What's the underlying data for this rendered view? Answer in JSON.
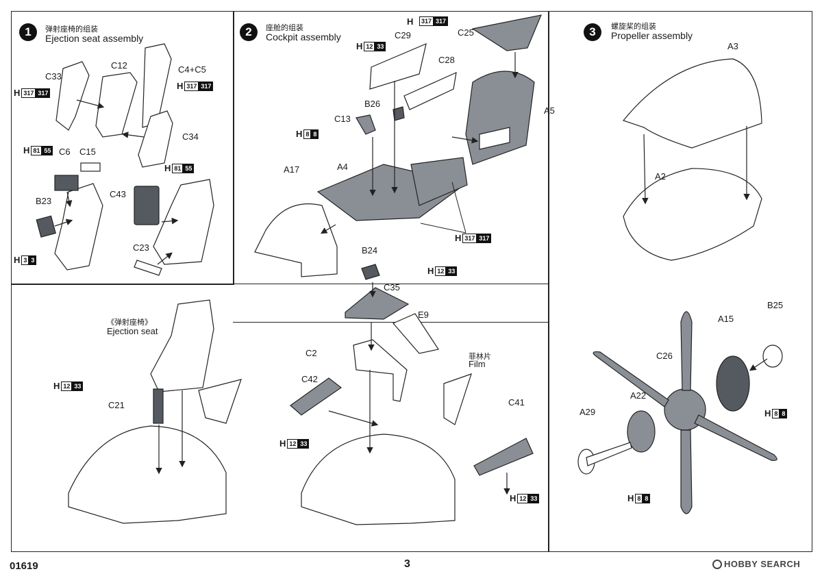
{
  "page_number": "3",
  "kit_number": "01619",
  "watermark": "HOBBY SEARCH",
  "steps": [
    {
      "num": "1",
      "title_cn": "弹射座椅的组装",
      "title_en": "Ejection seat assembly"
    },
    {
      "num": "2",
      "title_cn": "座舱的组装",
      "title_en": "Cockpit assembly"
    },
    {
      "num": "3",
      "title_cn": "螺旋桨的组装",
      "title_en": "Propeller assembly"
    }
  ],
  "step1_parts": [
    "C33",
    "C12",
    "C4+C5",
    "C34",
    "C6",
    "C15",
    "B23",
    "C43",
    "C23"
  ],
  "step1_colors": [
    {
      "h": "H",
      "a": "317",
      "b": "317"
    },
    {
      "h": "H",
      "a": "317",
      "b": "317"
    },
    {
      "h": "H",
      "a": "81",
      "b": "55"
    },
    {
      "h": "H",
      "a": "81",
      "b": "55"
    },
    {
      "h": "H",
      "a": "3",
      "b": "3"
    }
  ],
  "step2_parts": [
    "H",
    "C29",
    "C25",
    "C28",
    "B26",
    "C13",
    "A5",
    "A17",
    "A4",
    "B24",
    "C35",
    "E9",
    "C2",
    "C42",
    "C41"
  ],
  "step2_colors": [
    {
      "h": "H",
      "a": "317",
      "b": "317"
    },
    {
      "h": "H",
      "a": "12",
      "b": "33"
    },
    {
      "h": "H",
      "a": "8",
      "b": "8"
    },
    {
      "h": "H",
      "a": "317",
      "b": "317"
    },
    {
      "h": "H",
      "a": "12",
      "b": "33"
    },
    {
      "h": "H",
      "a": "12",
      "b": "33"
    },
    {
      "h": "H",
      "a": "12",
      "b": "33"
    }
  ],
  "film_cn": "菲林片",
  "film_en": "Film",
  "step3_parts": [
    "A3",
    "A2",
    "B25",
    "A15",
    "C26",
    "A22",
    "A29"
  ],
  "step3_colors": [
    {
      "h": "H",
      "a": "8",
      "b": "8"
    },
    {
      "h": "H",
      "a": "8",
      "b": "8"
    }
  ],
  "bottom_left": {
    "seat_cn": "《弹射座椅》",
    "seat_en": "Ejection seat",
    "part": "C21",
    "color": {
      "h": "H",
      "a": "12",
      "b": "33"
    }
  }
}
